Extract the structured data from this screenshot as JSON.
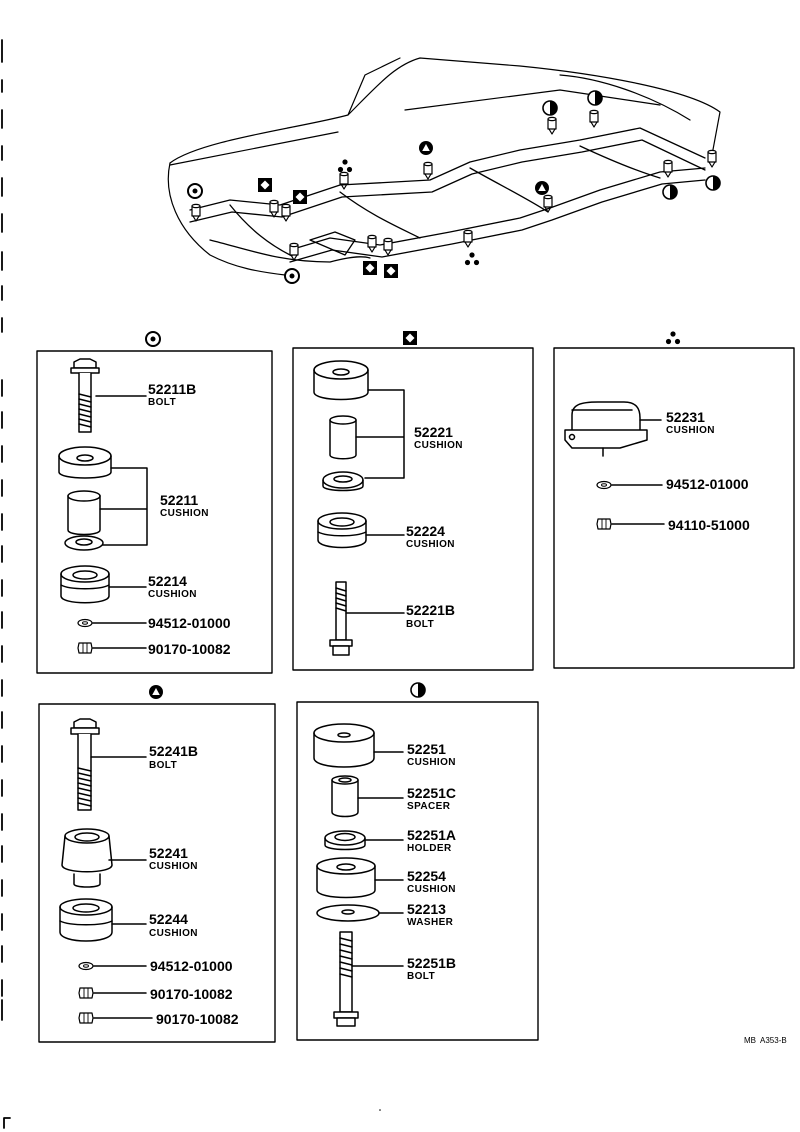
{
  "groups": {
    "circle_ring": {
      "symbol": "circle-ring",
      "parts": [
        {
          "number": "52211B",
          "name": "BOLT"
        },
        {
          "number": "52211",
          "name": "CUSHION"
        },
        {
          "number": "52214",
          "name": "CUSHION"
        },
        {
          "number": "94512-01000"
        },
        {
          "number": "90170-10082"
        }
      ]
    },
    "diamond_square": {
      "symbol": "diamond-in-square",
      "parts": [
        {
          "number": "52221",
          "name": "CUSHION"
        },
        {
          "number": "52224",
          "name": "CUSHION"
        },
        {
          "number": "52221B",
          "name": "BOLT"
        }
      ]
    },
    "three_dots": {
      "symbol": "three-dots",
      "parts": [
        {
          "number": "52231",
          "name": "CUSHION"
        },
        {
          "number": "94512-01000"
        },
        {
          "number": "94110-51000"
        }
      ]
    },
    "triangle_circle": {
      "symbol": "triangle-in-circle",
      "parts": [
        {
          "number": "52241B",
          "name": "BOLT"
        },
        {
          "number": "52241",
          "name": "CUSHION"
        },
        {
          "number": "52244",
          "name": "CUSHION"
        },
        {
          "number": "94512-01000"
        },
        {
          "number": "90170-10082"
        },
        {
          "number": "90170-10082"
        }
      ]
    },
    "half_circle": {
      "symbol": "half-filled-circle",
      "parts": [
        {
          "number": "52251",
          "name": "CUSHION"
        },
        {
          "number": "52251C",
          "name": "SPACER"
        },
        {
          "number": "52251A",
          "name": "HOLDER"
        },
        {
          "number": "52254",
          "name": "CUSHION"
        },
        {
          "number": "52213",
          "name": "WASHER"
        },
        {
          "number": "52251B",
          "name": "BOLT"
        }
      ]
    }
  },
  "footer": {
    "ref_code": "MB  A353-B"
  },
  "colors": {
    "ink": "#000000",
    "paper": "#ffffff"
  }
}
